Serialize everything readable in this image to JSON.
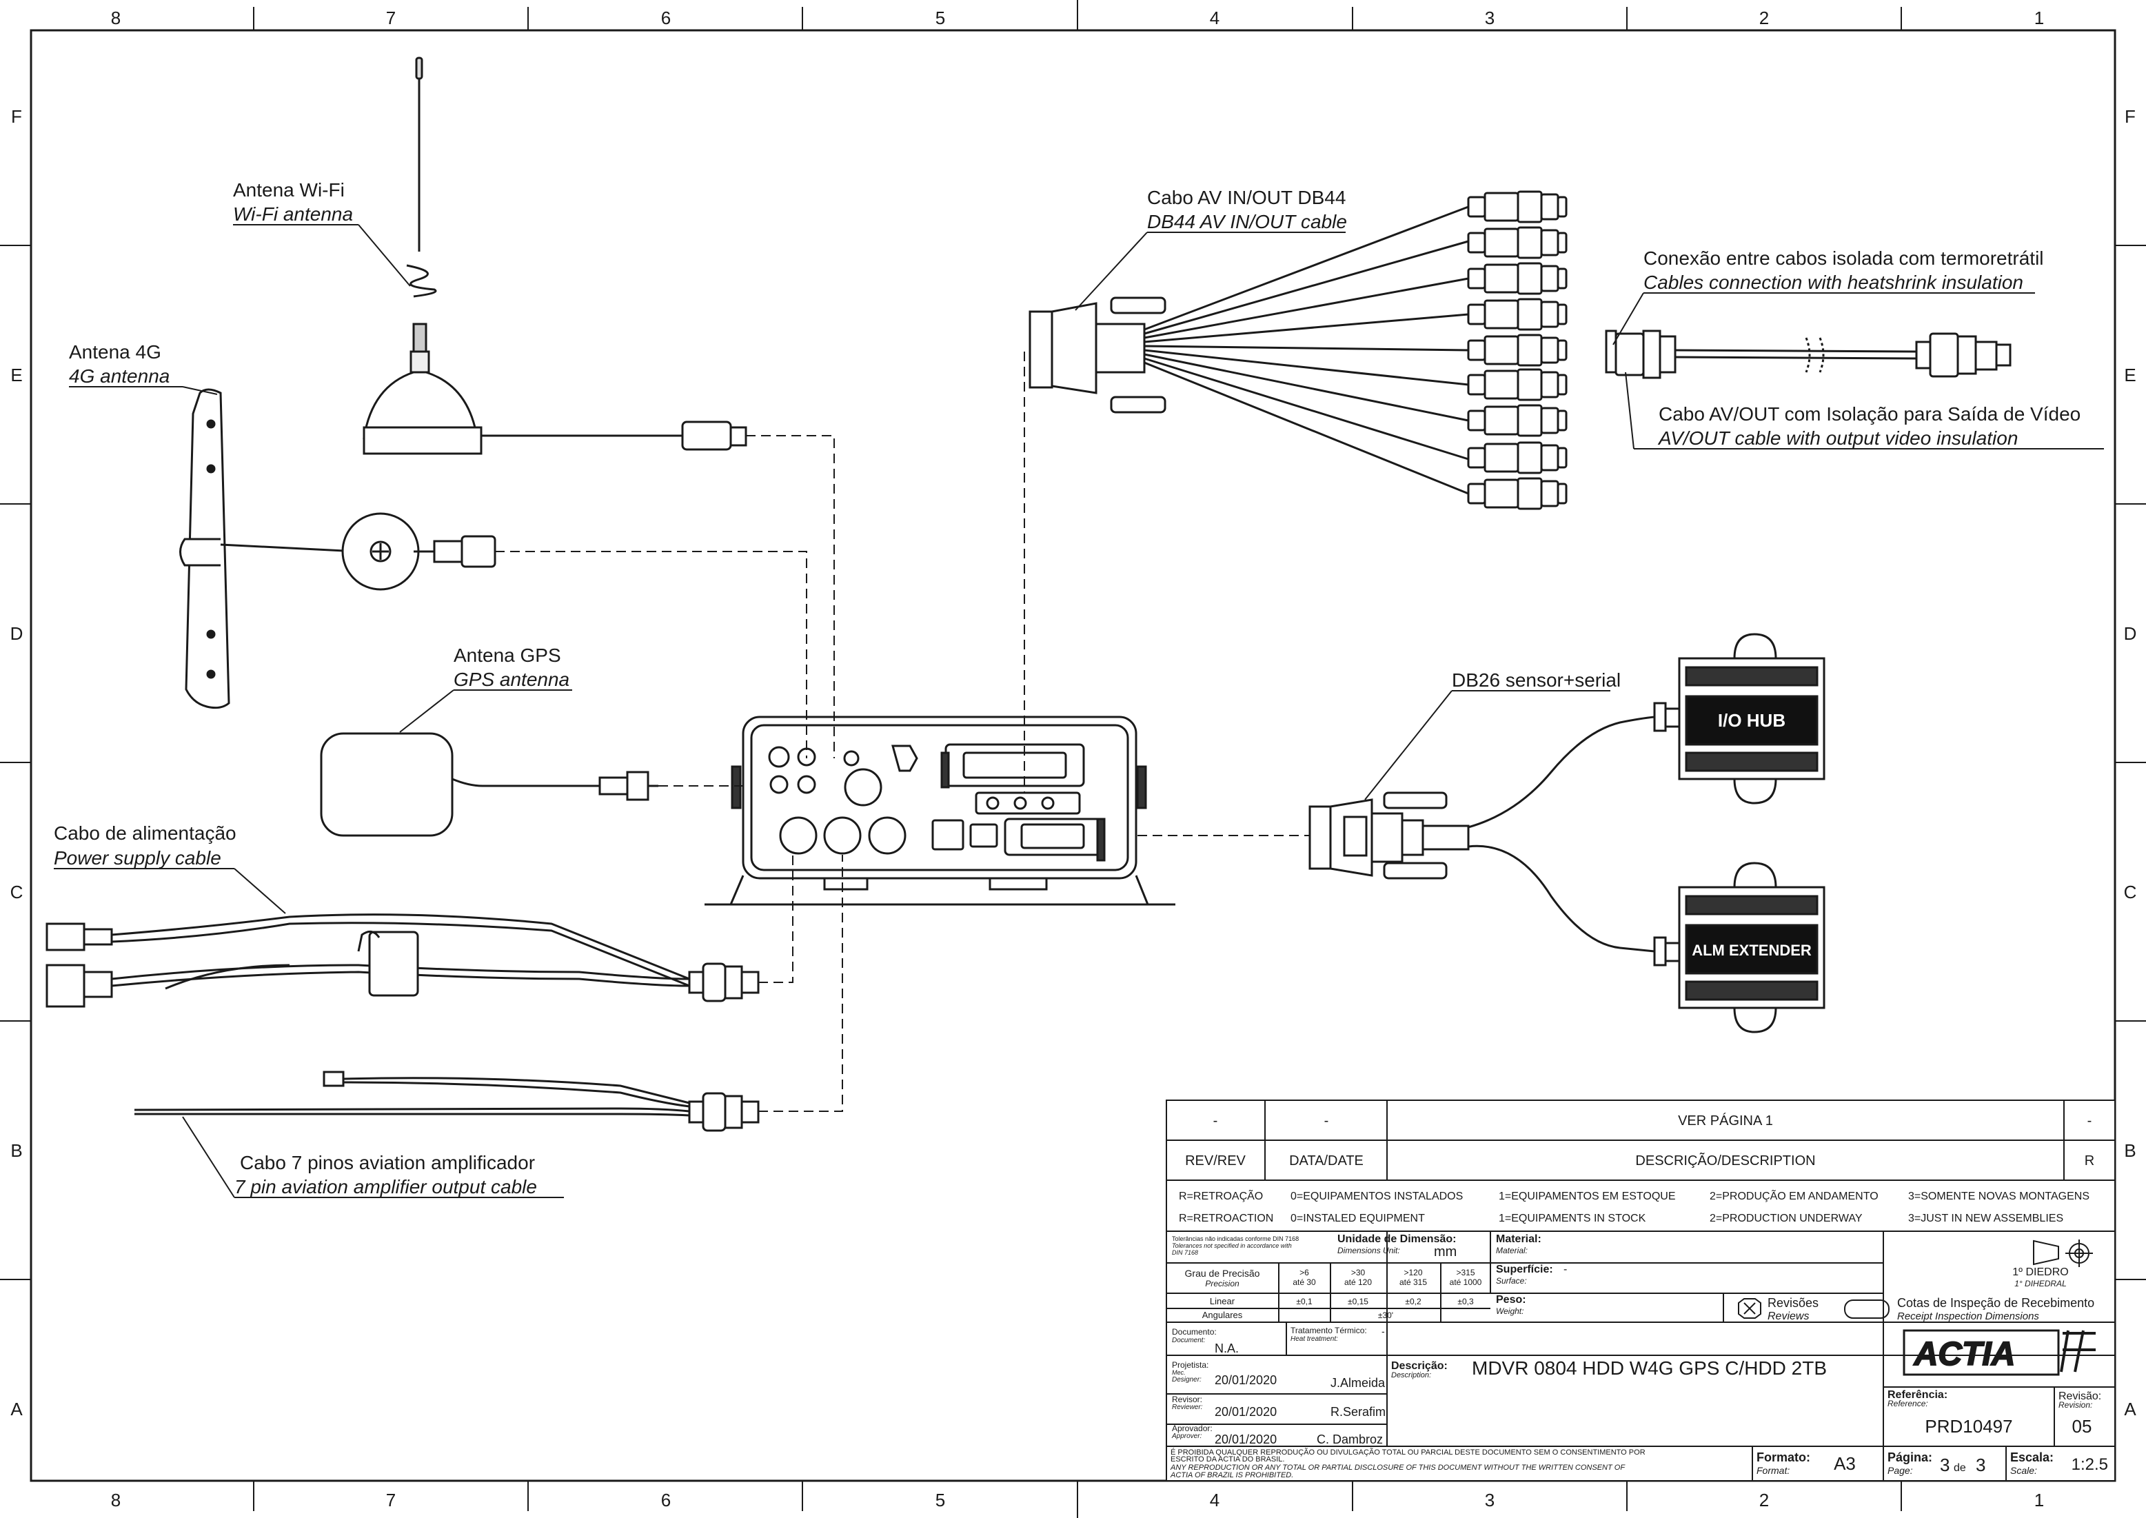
{
  "grid": {
    "columns": [
      "8",
      "7",
      "6",
      "5",
      "4",
      "3",
      "2",
      "1"
    ],
    "rows": [
      "F",
      "E",
      "D",
      "C",
      "B",
      "A"
    ]
  },
  "labels": {
    "wifi": {
      "pt": "Antena Wi-Fi",
      "en": "Wi-Fi antenna"
    },
    "lte": {
      "pt": "Antena 4G",
      "en": "4G antenna"
    },
    "gps": {
      "pt": "Antena GPS",
      "en": "GPS antenna"
    },
    "power": {
      "pt": "Cabo de alimentação",
      "en": "Power supply cable"
    },
    "aviation": {
      "pt": "Cabo 7 pinos aviation amplificador",
      "en": "7 pin aviation amplifier output cable"
    },
    "av_cable": {
      "pt": "Cabo AV IN/OUT DB44",
      "en": "DB44 AV IN/OUT cable"
    },
    "connection": {
      "pt": "Conexão entre cabos isolada com termoretrátil",
      "en": "Cables connection with heatshrink insulation"
    },
    "av_out": {
      "pt": "Cabo AV/OUT com Isolação para Saída de Vídeo",
      "en": "AV/OUT cable with output video insulation"
    },
    "db26": {
      "pt": "DB26 sensor+serial"
    },
    "io_hub": "I/O HUB",
    "alm_extender": "ALM EXTENDER"
  },
  "title_block": {
    "rev_row": {
      "rev": "-",
      "date": "-",
      "desc": "VER PÁGINA 1",
      "flag": "-"
    },
    "header": {
      "rev": "REV/REV",
      "date": "DATA/DATE",
      "desc": "DESCRIÇÃO/DESCRIPTION",
      "flag": "R"
    },
    "codes_pt": [
      "R=RETROAÇÃO",
      "0=EQUIPAMENTOS INSTALADOS",
      "1=EQUIPAMENTOS EM ESTOQUE",
      "2=PRODUÇÃO EM ANDAMENTO",
      "3=SOMENTE NOVAS MONTAGENS"
    ],
    "codes_en": [
      "R=RETROACTION",
      "0=INSTALED EQUIPMENT",
      "1=EQUIPAMENTS IN STOCK",
      "2=PRODUCTION UNDERWAY",
      "3=JUST IN NEW ASSEMBLIES"
    ],
    "tolerances_note": [
      "Tolerâncias não indicadas conforme DIN 7168",
      "Tolerances not specified in accordance with",
      "DIN 7168"
    ],
    "unit_label": "Unidade de Dimensão:",
    "unit_label_en": "Dimensions Unit:",
    "unit": "mm",
    "material_label": "Material:",
    "material_label_en": "Material:",
    "surface_label": "Superfície:",
    "surface_label_en": "Surface:",
    "surface": "-",
    "weight_label": "Peso:",
    "weight_label_en": "Weight:",
    "precision_label": "Grau de Precisão",
    "precision_label_en": "Precision",
    "precision_ranges": [
      ">6",
      ">30",
      ">120",
      ">315"
    ],
    "precision_ranges2": [
      "até 30",
      "até 120",
      "até 315",
      "até 1000"
    ],
    "linear_label": "Linear",
    "linear_values": [
      "±0,1",
      "±0,15",
      "±0,2",
      "±0,3"
    ],
    "angular_label": "Angulares",
    "angular_value": "±30'",
    "projection": "1º DIEDRO",
    "projection_en": "1° DIHEDRAL",
    "reviews_label": "Revisões",
    "reviews_label_en": "Reviews",
    "inspection": "Cotas de Inspeção de Recebimento",
    "inspection_en": "Receipt Inspection Dimensions",
    "document_label": "Documento:",
    "document_label_en": "Document:",
    "document": "N.A.",
    "heat_label": "Tratamento Térmico:",
    "heat_label_en": "Heat treatment:",
    "heat": "-",
    "designer_label": "Projetista:",
    "designer_label_mec": "Mec.",
    "designer_label_en": "Designer:",
    "designer_date": "20/01/2020",
    "designer": "J.Almeida",
    "reviewer_label": "Revisor:",
    "reviewer_label_en": "Reviewer:",
    "reviewer_date": "20/01/2020",
    "reviewer": "R.Serafim",
    "approver_label": "Aprovador:",
    "approver_label_en": "Approver:",
    "approver_date": "20/01/2020",
    "approver": "C. Dambroz",
    "description_label": "Descrição:",
    "description_label_en": "Description:",
    "description": "MDVR 0804 HDD W4G GPS C/HDD 2TB",
    "logo": "ACTIA",
    "reference_label": "Referência:",
    "reference_label_en": "Reference:",
    "reference": "PRD10497",
    "revision_label": "Revisão:",
    "revision_label_en": "Revision:",
    "revision": "05",
    "legal": [
      "É PROIBIDA QUALQUER REPRODUÇÃO OU DIVULGAÇÃO TOTAL OU PARCIAL DESTE DOCUMENTO SEM O CONSENTIMENTO POR",
      "ESCRITO DA ACTIA DO BRASIL.",
      "ANY REPRODUCTION OR ANY TOTAL OR PARTIAL DISCLOSURE OF THIS DOCUMENT WITHOUT THE WRITTEN CONSENT OF",
      "ACTIA OF BRAZIL IS PROHIBITED."
    ],
    "format_label": "Formato:",
    "format_label_en": "Format:",
    "format": "A3",
    "page_label": "Página:",
    "page_label_en": "Page:",
    "page_num": "3",
    "page_of": "de",
    "page_total": "3",
    "scale_label": "Escala:",
    "scale_label_en": "Scale:",
    "scale": "1:2.5"
  }
}
